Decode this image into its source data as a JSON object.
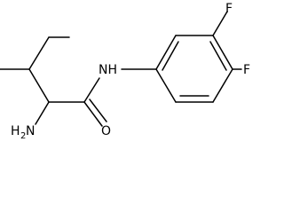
{
  "molecule": {
    "atoms": {
      "nh": "NH",
      "f_top": "F",
      "f_right": "F",
      "o": "O",
      "nh2_main": "H",
      "nh2_sub": "2",
      "nh2_n": "N"
    }
  },
  "colors": {
    "bond": "#000000",
    "text": "#000000",
    "background": "#ffffff"
  }
}
